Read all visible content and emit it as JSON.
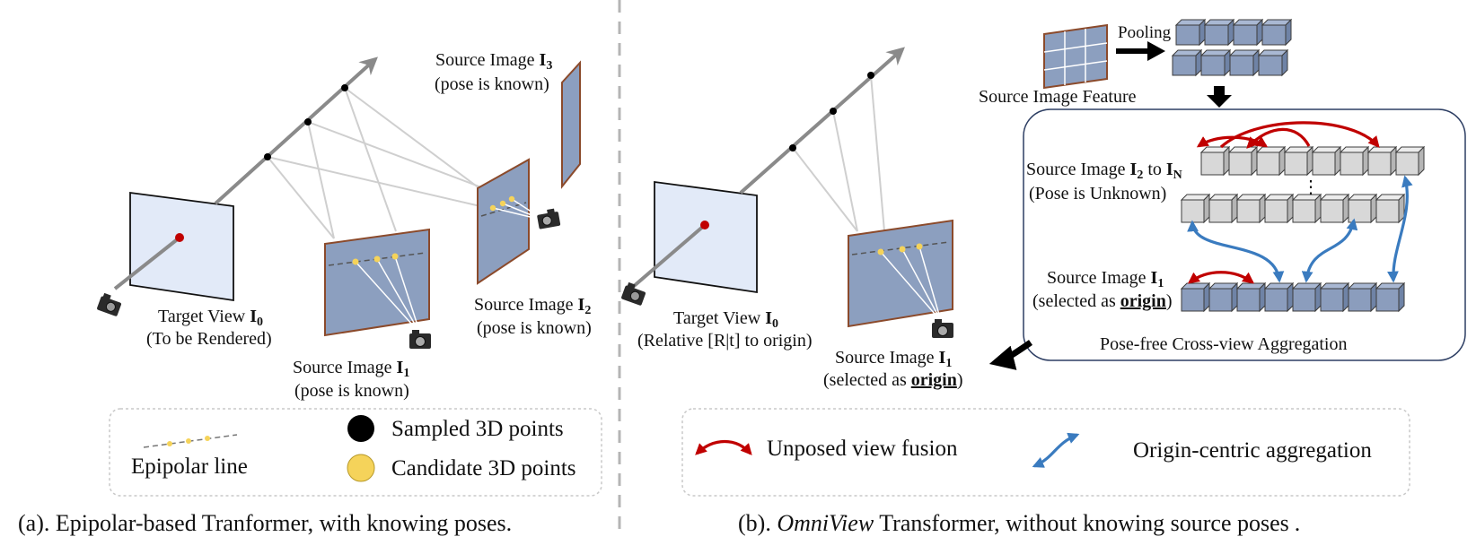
{
  "left": {
    "target": {
      "line1": "Target View ",
      "sym": "I",
      "sub": "0",
      "line2": "(To be Rendered)"
    },
    "src1": {
      "line1": "Source Image ",
      "sym": "I",
      "sub": "1",
      "line2": "(pose is known)"
    },
    "src2": {
      "line1": "Source Image ",
      "sym": "I",
      "sub": "2",
      "line2": "(pose is known)"
    },
    "src3": {
      "line1": "Source Image ",
      "sym": "I",
      "sub": "3",
      "line2": "(pose is known)"
    },
    "legend": {
      "epipolar": "Epipolar line",
      "sampled": "Sampled 3D points",
      "candidate": "Candidate 3D points"
    },
    "caption": "(a). Epipolar-based Tranformer, with knowing poses."
  },
  "right": {
    "target": {
      "line1": "Target View ",
      "sym": "I",
      "sub": "0",
      "line2": "(Relative [R|t] to origin)"
    },
    "src1": {
      "line1": "Source Image ",
      "sym": "I",
      "sub": "1",
      "line2a": "(selected as ",
      "bold": "origin",
      "line2b": ")"
    },
    "pooling": "Pooling",
    "feature": "Source Image Feature",
    "panel": {
      "unknown1a": "Source Image ",
      "sym1": "I",
      "sub1": "2",
      "to": " to ",
      "sym2": "I",
      "sub2": "N",
      "unknown2": "(Pose is Unknown)",
      "src1a": "Source Image ",
      "srcsym": "I",
      "srcsub": "1",
      "src1b": "(selected as ",
      "srcbold": "origin",
      "src1c": ")",
      "title": "Pose-free Cross-view Aggregation",
      "ellipsis": "⋮"
    },
    "legend": {
      "unposed": "Unposed view fusion",
      "origin": "Origin-centric aggregation"
    },
    "caption_em": "OmniView",
    "caption_rest": " Transformer, without knowing source poses",
    "caption_pre": "(b). ",
    "caption_end": "."
  },
  "colors": {
    "red": "#c00000",
    "blue": "#3a7bbf",
    "plane_blue": "#8c9fbf",
    "light_plane": "#e2eaf8",
    "brown": "#8b4a2b",
    "cube_gray": "#d8d8d8",
    "cube_blue": "#8b9dbd",
    "yellow": "#f5d35a"
  }
}
